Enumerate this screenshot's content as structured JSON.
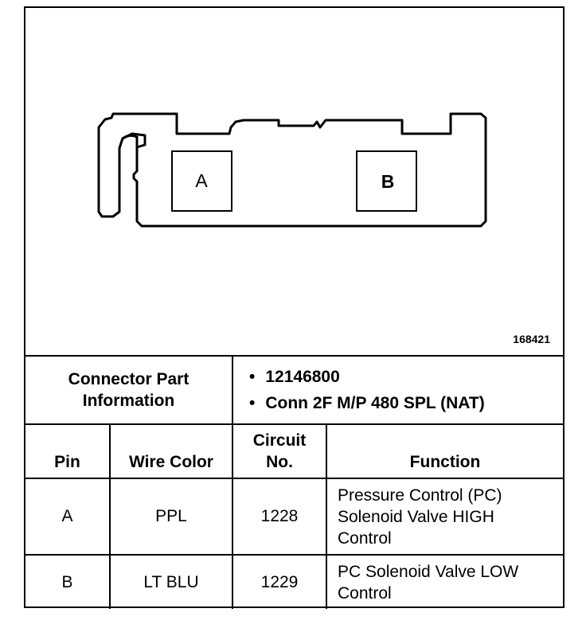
{
  "diagram": {
    "figure_id": "168421",
    "pins": [
      {
        "label": "A"
      },
      {
        "label": "B"
      }
    ]
  },
  "connector_info": {
    "label_line1": "Connector Part",
    "label_line2": "Information",
    "items": [
      "12146800",
      "Conn 2F M/P 480 SPL (NAT)"
    ]
  },
  "table": {
    "headers": {
      "pin": "Pin",
      "wire_color": "Wire Color",
      "circuit_line1": "Circuit",
      "circuit_line2": "No.",
      "function": "Function"
    },
    "rows": [
      {
        "pin": "A",
        "wire_color": "PPL",
        "circuit": "1228",
        "function_lines": [
          "Pressure Control (PC)",
          "Solenoid Valve HIGH",
          "Control"
        ]
      },
      {
        "pin": "B",
        "wire_color": "LT BLU",
        "circuit": "1229",
        "function_lines": [
          "PC Solenoid Valve LOW",
          "Control"
        ]
      }
    ]
  }
}
